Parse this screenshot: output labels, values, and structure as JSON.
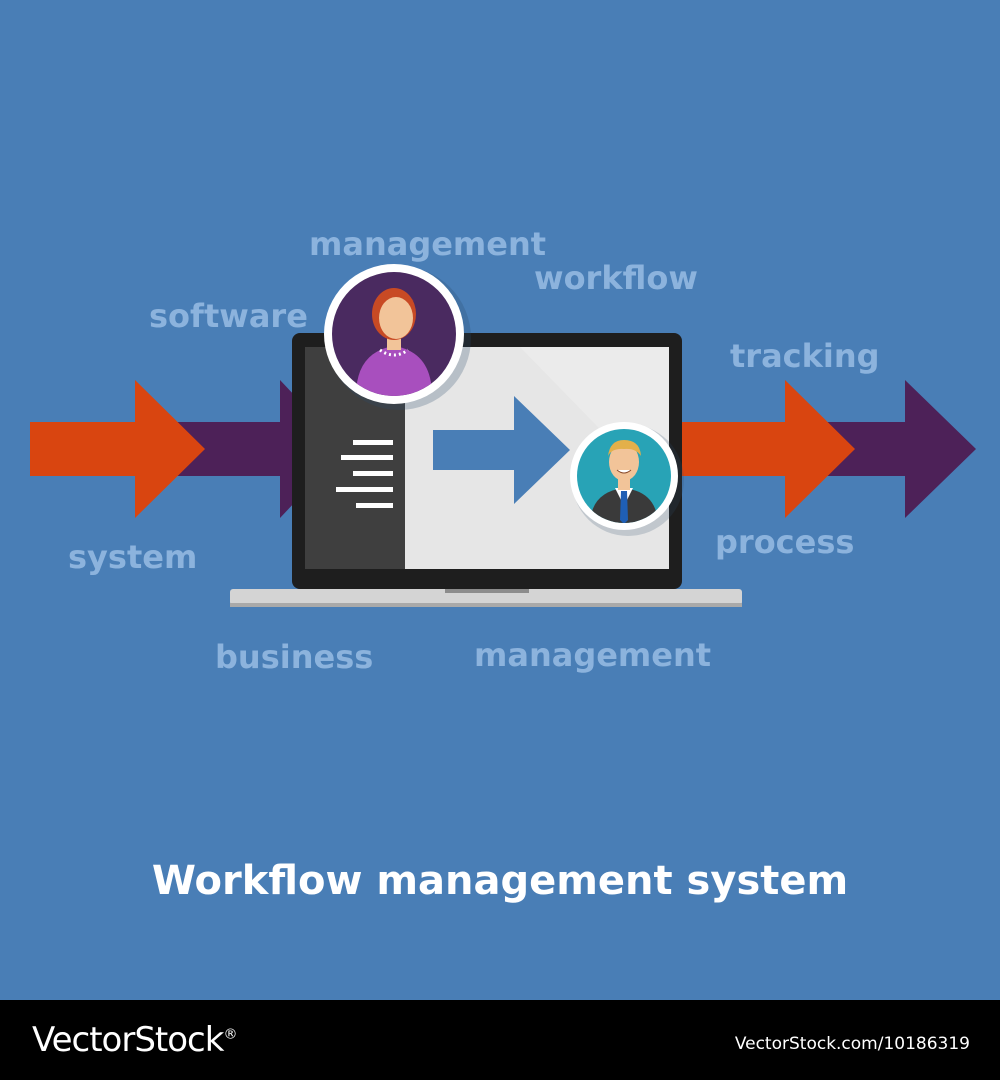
{
  "keywords": {
    "management_top": "management",
    "workflow": "workflow",
    "software": "software",
    "tracking": "tracking",
    "system": "system",
    "process": "process",
    "business": "business",
    "management_bottom": "management"
  },
  "title": "Workflow management system",
  "footer": {
    "brand": "VectorStock",
    "registered_mark": "®",
    "stock_id": "VectorStock.com/10186319"
  },
  "colors": {
    "background": "#497eb6",
    "orange_arrow": "#d94510",
    "purple_arrow": "#4d2158",
    "keyword_text": "#8cb3dd"
  },
  "icons": [
    "woman-avatar-icon",
    "businessman-avatar-icon",
    "laptop-icon",
    "forward-arrow-icon",
    "menu-lines-icon"
  ]
}
